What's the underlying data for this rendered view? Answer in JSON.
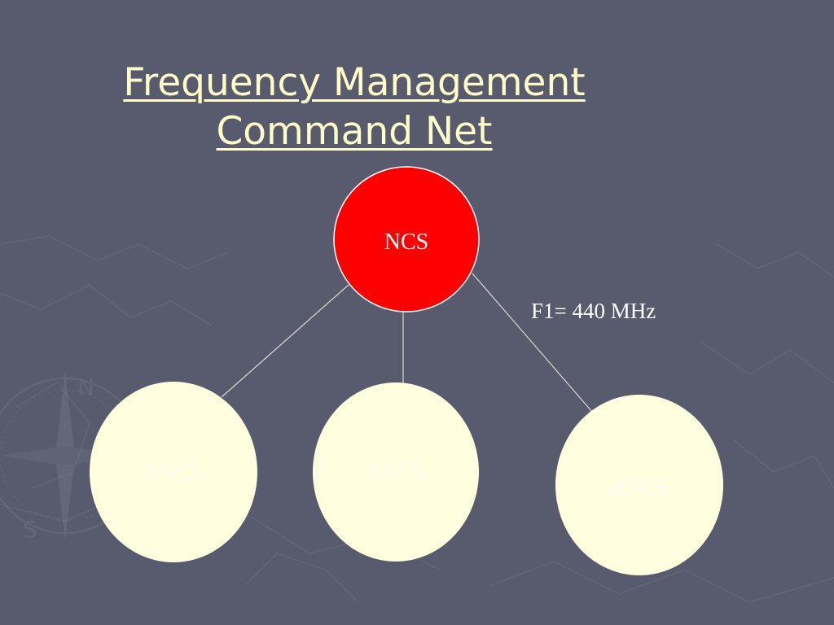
{
  "slide": {
    "title_line1": "Frequency Management",
    "title_line2": "Command Net",
    "frequency_label": "F1= 440 MHz"
  },
  "diagram": {
    "root": {
      "label": "NCS",
      "color": "#ff0000"
    },
    "children": [
      {
        "label": "ANCS",
        "color": "#ffffe0"
      },
      {
        "label": "ANCS",
        "color": "#ffffe0"
      },
      {
        "label": "ANCS",
        "color": "#ffffe0"
      }
    ],
    "connector_color": "#d9d9d9"
  },
  "theme": {
    "background": "#585b6d",
    "title_color": "#fffcc8"
  }
}
